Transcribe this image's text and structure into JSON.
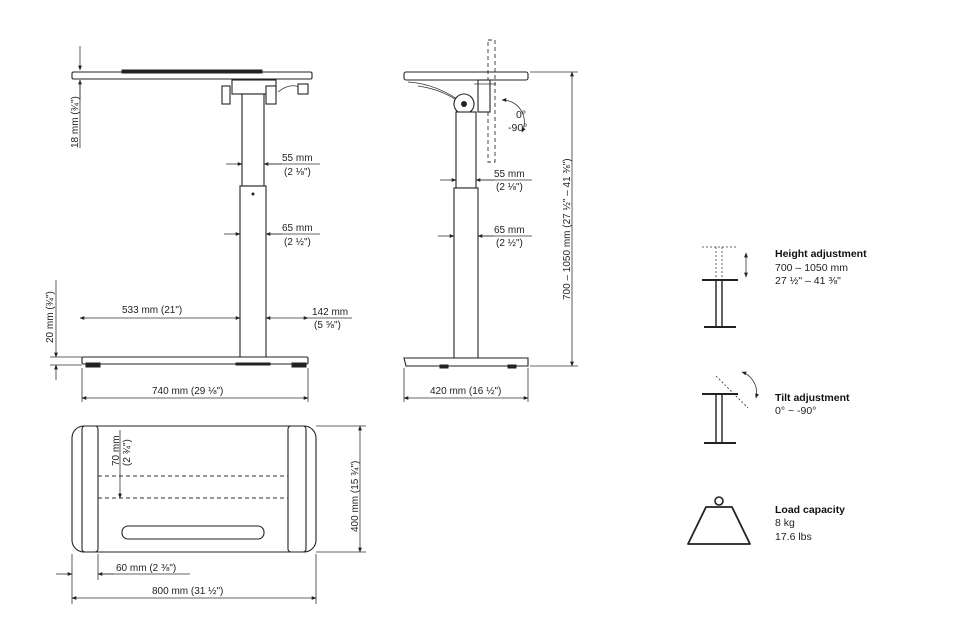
{
  "front_view": {
    "top_thickness": "18 mm (¾\")",
    "column_upper_width": "55 mm",
    "column_upper_width_in": "(2 ⅛\")",
    "column_lower_width": "65 mm",
    "column_lower_width_in": "(2 ½\")",
    "base_left": "533 mm (21\")",
    "base_right": "142 mm",
    "base_right_in": "(5 ⅝\")",
    "foot_height": "20 mm (¾\")",
    "base_length": "740 mm (29 ⅛\")"
  },
  "side_view": {
    "tilt_angle_top": "0°",
    "tilt_angle_bottom": "-90°",
    "column_upper_width": "55 mm",
    "column_upper_width_in": "(2 ⅛\")",
    "column_lower_width": "65 mm",
    "column_lower_width_in": "(2 ½\")",
    "height_range": "700 – 1050 mm (27 ½\" – 41 ⅜\")",
    "base_depth": "420 mm (16 ½\")"
  },
  "top_view": {
    "rail_offset": "70 mm",
    "rail_offset_in": "(2 ¾\")",
    "depth": "400 mm (15 ¾\")",
    "edge_offset": "60 mm (2 ⅜\")",
    "width": "800 mm (31 ½\")"
  },
  "features": [
    {
      "title": "Height adjustment",
      "line1": "700 – 1050 mm",
      "line2": "27 ½\" – 41 ⅜\"",
      "icon": "height-adjust-icon"
    },
    {
      "title": "Tilt adjustment",
      "line1": "0° ~ -90°",
      "line2": "",
      "icon": "tilt-adjust-icon"
    },
    {
      "title": "Load capacity",
      "line1": "8 kg",
      "line2": "17.6 lbs",
      "icon": "weight-icon"
    }
  ]
}
